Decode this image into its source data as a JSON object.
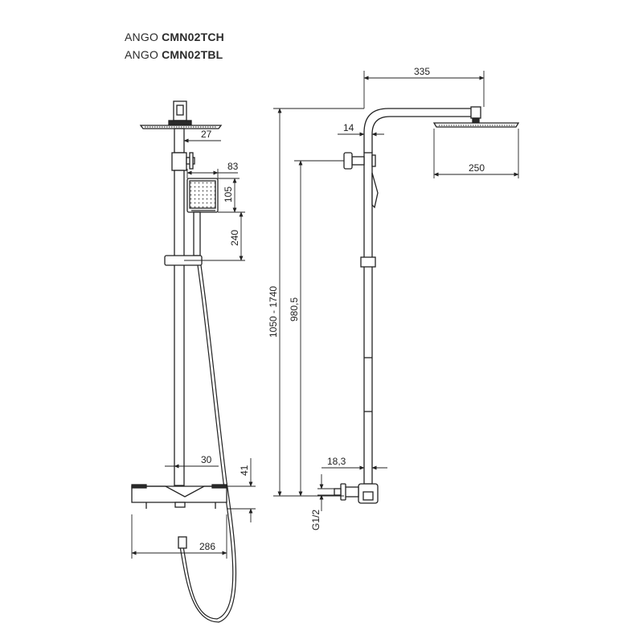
{
  "header": {
    "line1_prefix": "ANGO",
    "line1_model": "CMN02TCH",
    "line2_prefix": "ANGO",
    "line2_model": "CMN02TBL"
  },
  "dimensions": {
    "front": {
      "head_offset": "27",
      "hand_width": "83",
      "hand_height": "105",
      "holder_drop": "240",
      "bar_gap": "30",
      "mixer_height": "41",
      "mixer_width": "286"
    },
    "side": {
      "arm_length": "335",
      "arm_offset": "14",
      "head_diameter": "250",
      "total_height": "1050 - 1740",
      "inlet_height": "980,5",
      "inlet_offset": "18,3",
      "thread": "G1/2"
    }
  },
  "colors": {
    "line": "#222222",
    "fill": "#2a2a2a"
  }
}
